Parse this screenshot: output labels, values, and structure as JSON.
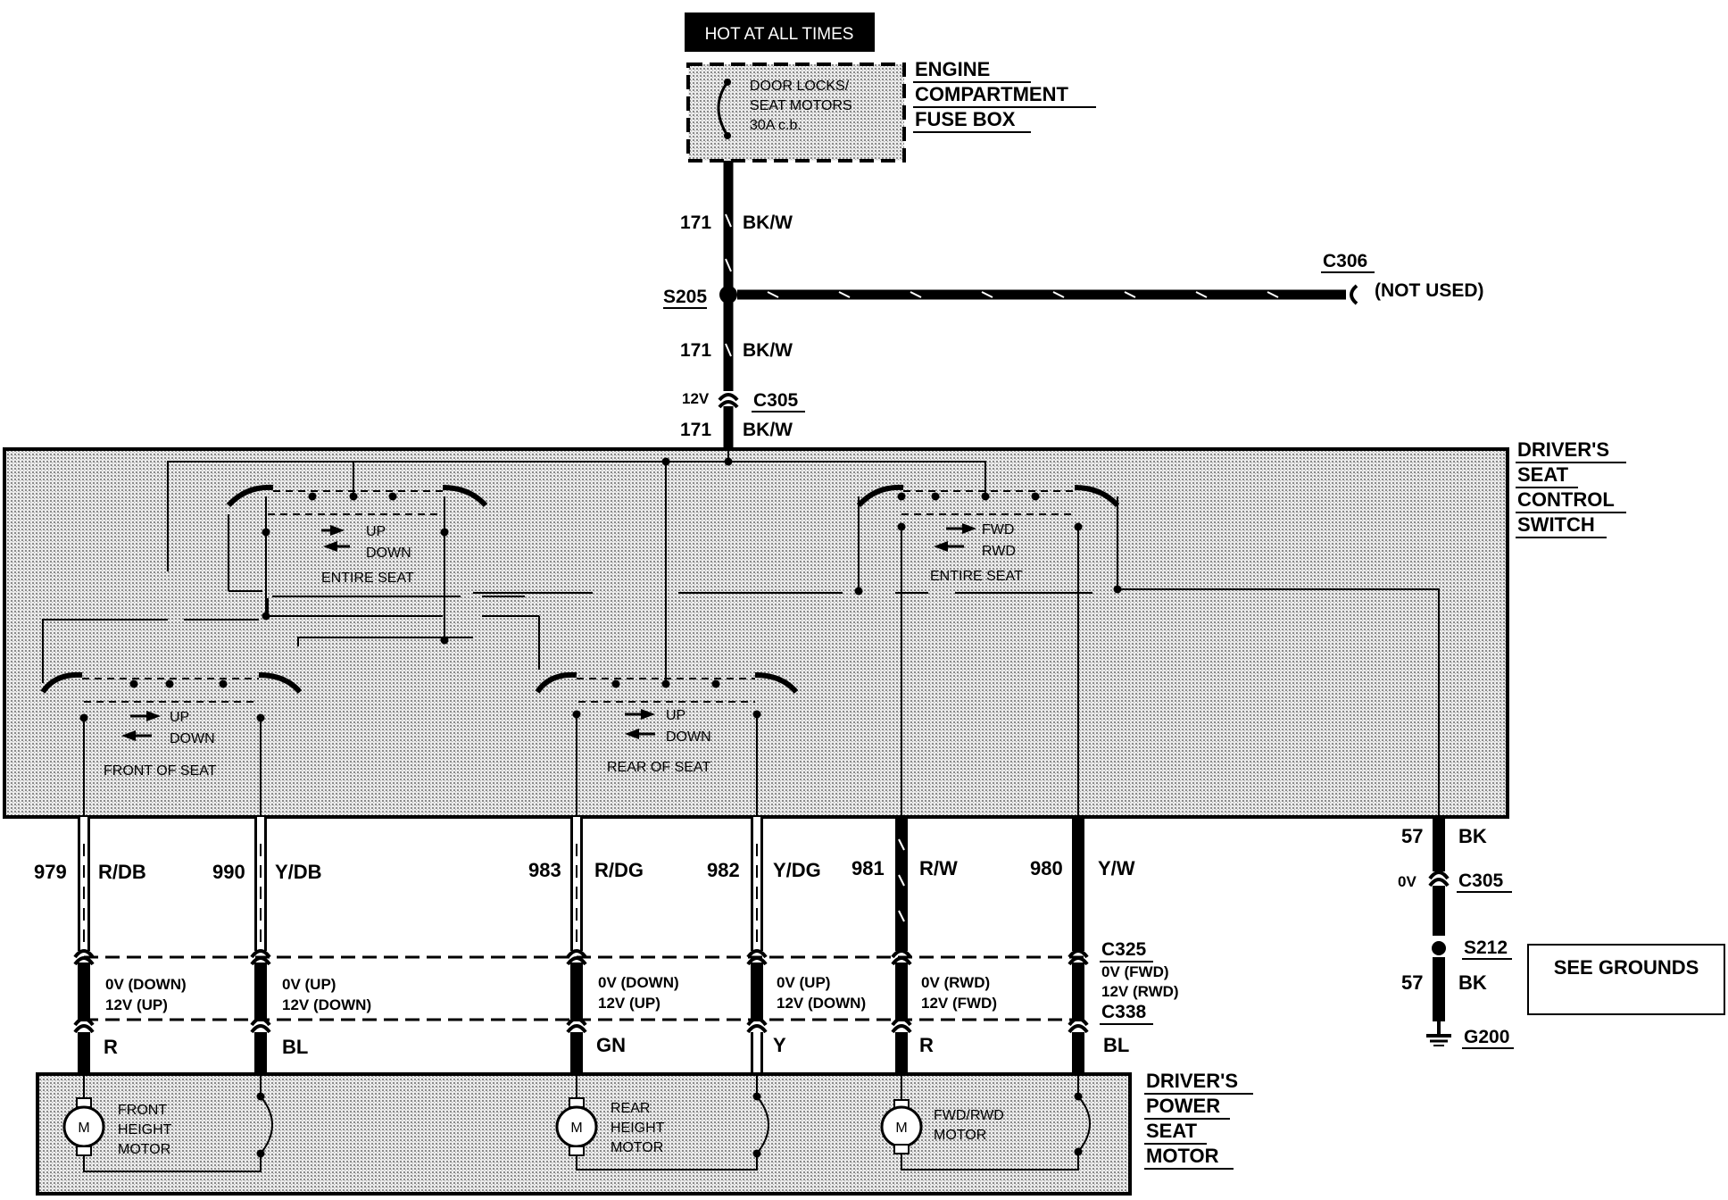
{
  "header": {
    "hot_at_all_times": "HOT AT ALL TIMES"
  },
  "fuse_box": {
    "title_lines": [
      "ENGINE",
      "COMPARTMENT",
      "FUSE BOX"
    ],
    "breaker_lines": [
      "DOOR LOCKS/",
      "SEAT MOTORS",
      "30A c.b."
    ]
  },
  "feed": {
    "wire_171_upper": {
      "num": "171",
      "color": "BK/W"
    },
    "splice_s205": "S205",
    "wire_171_mid": {
      "num": "171",
      "color": "BK/W"
    },
    "connector_c306": "C306",
    "c306_note": "(NOT USED)",
    "c305_voltage": "12V",
    "connector_c305": "C305",
    "wire_171_lower": {
      "num": "171",
      "color": "BK/W"
    }
  },
  "switch": {
    "title_lines": [
      "DRIVER'S",
      "SEAT",
      "CONTROL",
      "SWITCH"
    ],
    "entire_seat_updown": [
      "UP",
      "DOWN",
      "ENTIRE SEAT"
    ],
    "entire_seat_fwdrwd": [
      "FWD",
      "RWD",
      "ENTIRE SEAT"
    ],
    "front_of_seat": [
      "UP",
      "DOWN",
      "FRONT OF SEAT"
    ],
    "rear_of_seat": [
      "UP",
      "DOWN",
      "REAR OF SEAT"
    ]
  },
  "wires": [
    {
      "num": "979",
      "color": "R/DB",
      "voltage": [
        "0V (DOWN)",
        "12V (UP)"
      ],
      "short_color": "R"
    },
    {
      "num": "990",
      "color": "Y/DB",
      "voltage": [
        "0V (UP)",
        "12V (DOWN)"
      ],
      "short_color": "BL"
    },
    {
      "num": "983",
      "color": "R/DG",
      "voltage": [
        "0V (DOWN)",
        "12V (UP)"
      ],
      "short_color": "GN"
    },
    {
      "num": "982",
      "color": "Y/DG",
      "voltage": [
        "0V (UP)",
        "12V (DOWN)"
      ],
      "short_color": "Y"
    },
    {
      "num": "981",
      "color": "R/W",
      "voltage": [
        "0V (RWD)",
        "12V (FWD)"
      ],
      "short_color": "R"
    },
    {
      "num": "980",
      "color": "Y/W",
      "voltage": [
        "0V (FWD)",
        "12V (RWD)"
      ],
      "short_color": "BL"
    }
  ],
  "connectors": {
    "c325": "C325",
    "c338": "C338"
  },
  "ground": {
    "wire_upper": {
      "num": "57",
      "color": "BK"
    },
    "voltage": "0V",
    "connector": "C305",
    "splice": "S212",
    "wire_lower": {
      "num": "57",
      "color": "BK"
    },
    "ground_point": "G200",
    "see_grounds": "SEE GROUNDS"
  },
  "motor": {
    "title_lines": [
      "DRIVER'S",
      "POWER",
      "SEAT",
      "MOTOR"
    ],
    "front": [
      "FRONT",
      "HEIGHT",
      "MOTOR"
    ],
    "rear": [
      "REAR",
      "HEIGHT",
      "MOTOR"
    ],
    "fwdrwd": [
      "FWD/RWD",
      "MOTOR"
    ],
    "symbol": "M"
  },
  "colors": {
    "ink": "#000000",
    "shade": "#c8c8c8",
    "paper": "#ffffff"
  }
}
